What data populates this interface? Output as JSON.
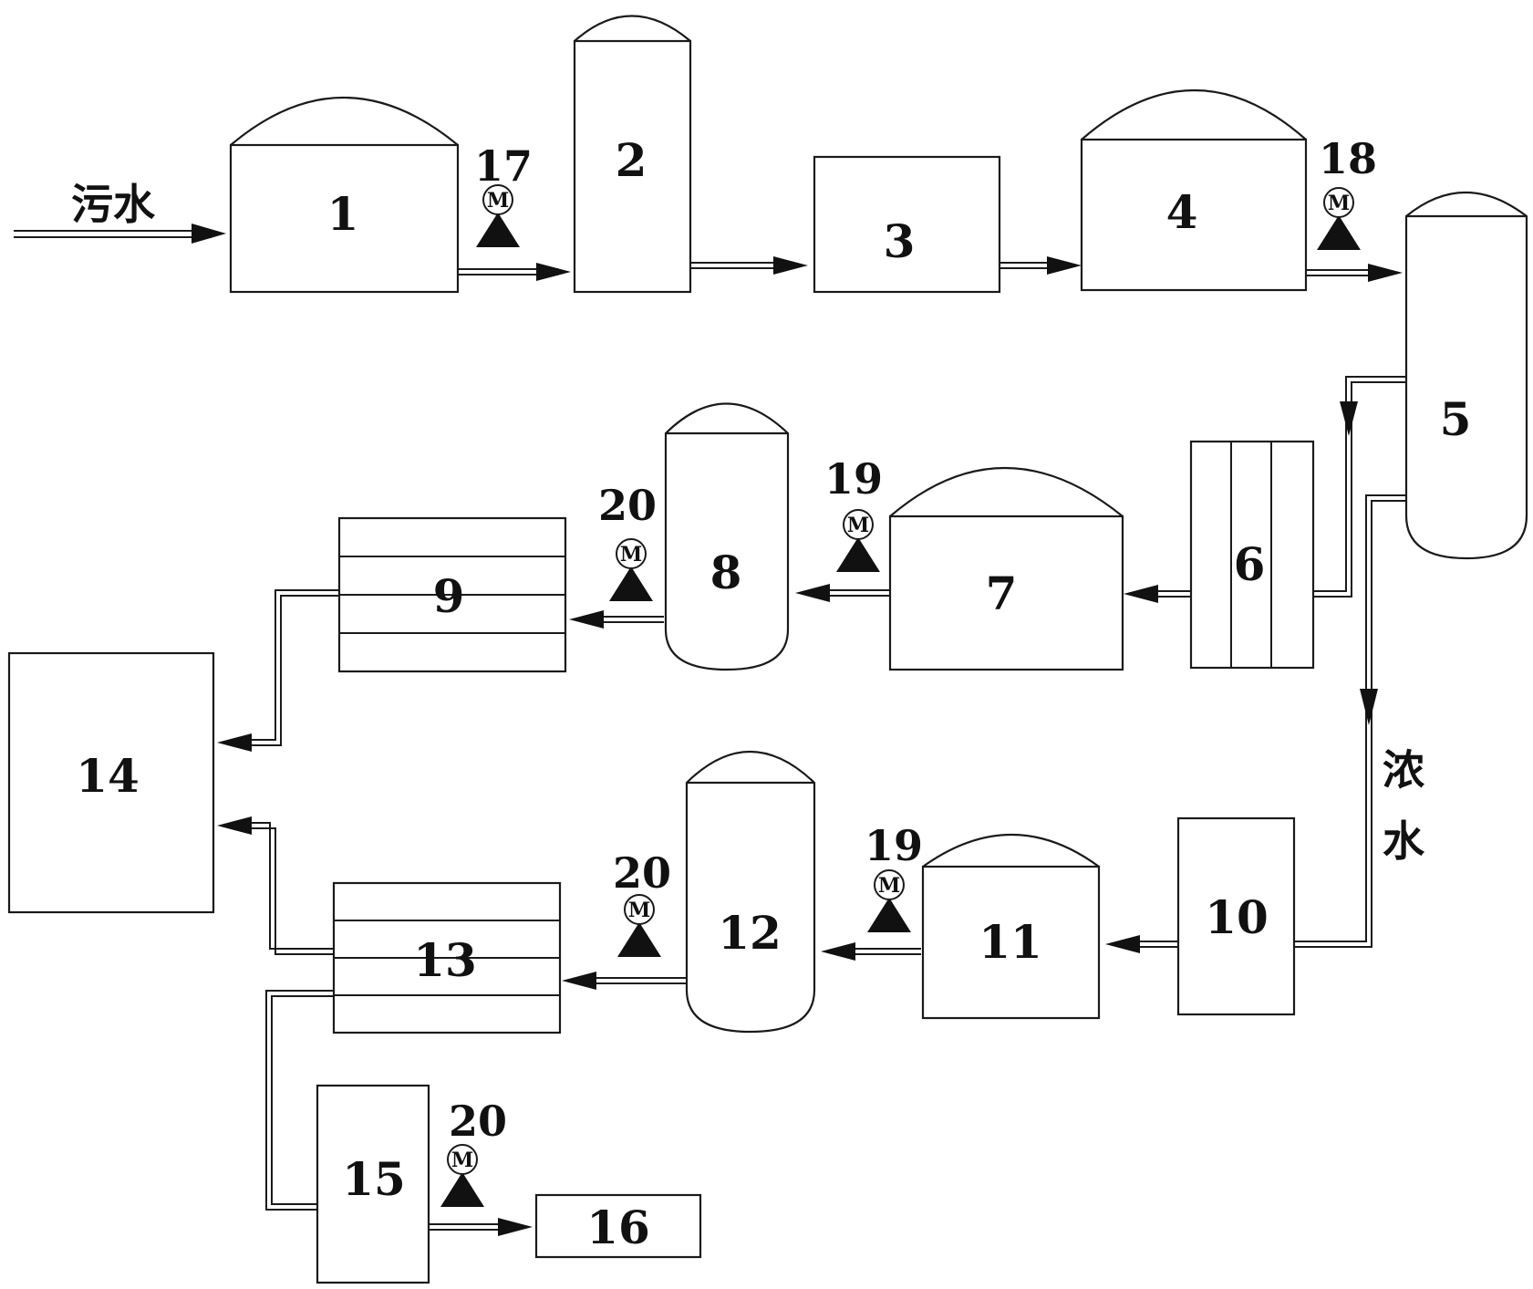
{
  "labels": {
    "inlet": "污水",
    "concentrate_1": "浓",
    "concentrate_2": "水"
  },
  "units": {
    "u1": "1",
    "u2": "2",
    "u3": "3",
    "u4": "4",
    "u5": "5",
    "u6": "6",
    "u7": "7",
    "u8": "8",
    "u9": "9",
    "u10": "10",
    "u11": "11",
    "u12": "12",
    "u13": "13",
    "u14": "14",
    "u15": "15",
    "u16": "16"
  },
  "pumps": {
    "p17": "17",
    "p18": "18",
    "p19a": "19",
    "p19b": "19",
    "p20a": "20",
    "p20b": "20",
    "p20c": "20",
    "motor_letter": "M"
  }
}
